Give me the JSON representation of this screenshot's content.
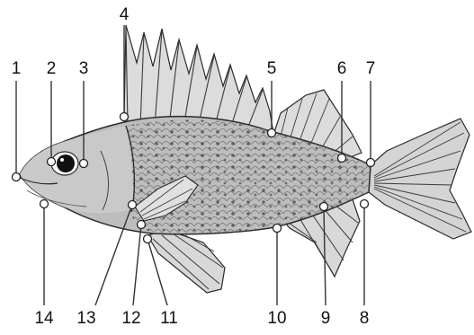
{
  "diagram": {
    "colors": {
      "outline": "#2a2a2a",
      "body_fill": "#bdbdbd",
      "fin_fill": "#d9d9d9",
      "ray": "#3a3a3a",
      "spot": "#555555",
      "eye": "#111111",
      "leader": "#333333",
      "marker_fill": "#ffffff"
    },
    "labels": [
      {
        "id": "1",
        "text": "1"
      },
      {
        "id": "2",
        "text": "2"
      },
      {
        "id": "3",
        "text": "3"
      },
      {
        "id": "4",
        "text": "4"
      },
      {
        "id": "5",
        "text": "5"
      },
      {
        "id": "6",
        "text": "6"
      },
      {
        "id": "7",
        "text": "7"
      },
      {
        "id": "8",
        "text": "8"
      },
      {
        "id": "9",
        "text": "9"
      },
      {
        "id": "10",
        "text": "10"
      },
      {
        "id": "11",
        "text": "11"
      },
      {
        "id": "12",
        "text": "12"
      },
      {
        "id": "13",
        "text": "13"
      },
      {
        "id": "14",
        "text": "14"
      }
    ]
  }
}
